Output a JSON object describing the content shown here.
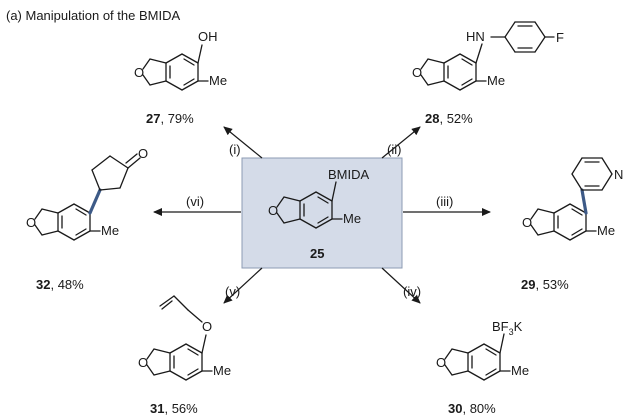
{
  "title": "(a) Manipulation of the BMIDA",
  "colors": {
    "box_fill": "#d4dbe8",
    "box_stroke": "#8c9bb3",
    "new_bond": "#3d5a87",
    "ink": "#1a1a1a"
  },
  "center": {
    "number": "25",
    "group": "BMIDA",
    "methyl": "Me",
    "oxygen": "O"
  },
  "conditions": {
    "i": "(i)",
    "ii": "(ii)",
    "iii": "(iii)",
    "iv": "(iv)",
    "v": "(v)",
    "vi": "(vi)"
  },
  "products": [
    {
      "id": "p27",
      "number": "27",
      "yield": ", 79%",
      "substituent": "OH",
      "methyl": "Me",
      "oxygen": "O"
    },
    {
      "id": "p28",
      "number": "28",
      "yield": ", 52%",
      "substituent": "HN",
      "extra": "F",
      "methyl": "Me",
      "oxygen": "O"
    },
    {
      "id": "p29",
      "number": "29",
      "yield": ", 53%",
      "extra": "N",
      "methyl": "Me",
      "oxygen": "O"
    },
    {
      "id": "p30",
      "number": "30",
      "yield": ", 80%",
      "substituent": "BF",
      "sub_index": "3",
      "substituent_tail": "K",
      "methyl": "Me",
      "oxygen": "O"
    },
    {
      "id": "p31",
      "number": "31",
      "yield": ", 56%",
      "substituent": "O",
      "methyl": "Me",
      "oxygen": "O"
    },
    {
      "id": "p32",
      "number": "32",
      "yield": ", 48%",
      "substituent": "O",
      "methyl": "Me",
      "oxygen": "O"
    }
  ]
}
